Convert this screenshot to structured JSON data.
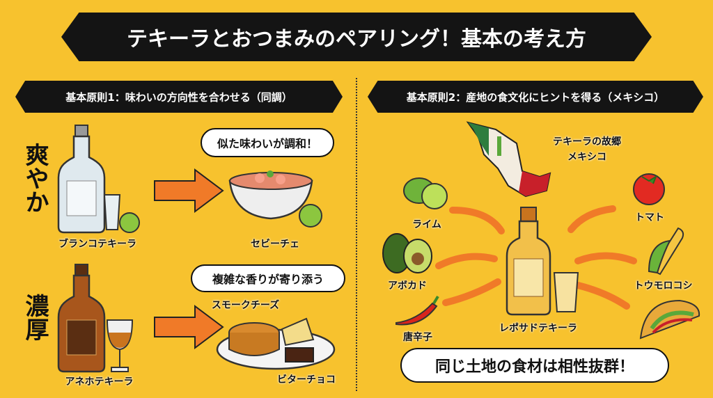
{
  "title": "テキーラとおつまみのペアリング！基本の考え方",
  "left": {
    "header": "基本原則1：味わいの方向性を合わせる（同調）",
    "rows": [
      {
        "taste": "爽やか",
        "tequila": "ブランコテキーラ",
        "bubble": "似た味わいが調和！",
        "food": "セビーチェ"
      },
      {
        "taste": "濃厚",
        "tequila": "アネホテキーラ",
        "bubble": "複雑な香りが寄り添う",
        "food_a": "スモークチーズ",
        "food_b": "ビターチョコ"
      }
    ]
  },
  "right": {
    "header": "基本原則2：産地の食文化にヒントを得る（メキシコ）",
    "origin_line1": "テキーラの故郷",
    "origin_line2": "メキシコ",
    "center": "レポサドテキーラ",
    "ingredients": [
      "ライム",
      "トマト",
      "アボカド",
      "トウモロコシ",
      "唐辛子"
    ],
    "bubble": "同じ土地の食材は相性抜群！"
  },
  "colors": {
    "background": "#f7c22e",
    "ribbon": "#141414",
    "arrow": "#f07a28"
  }
}
